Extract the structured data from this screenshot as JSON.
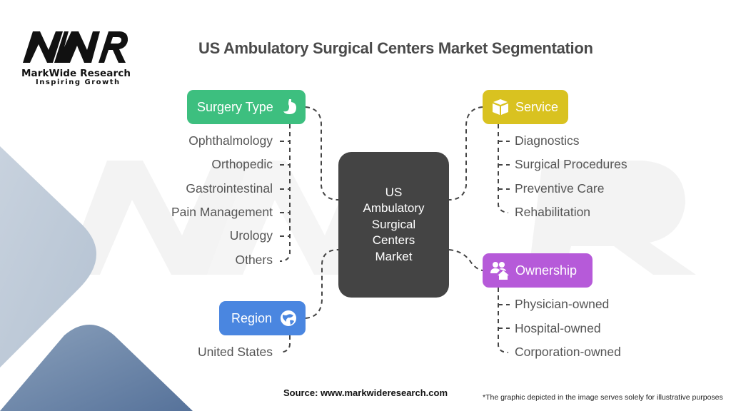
{
  "logo": {
    "mark": "MWR",
    "name": "MarkWide Research",
    "tagline": "Inspiring Growth"
  },
  "title": "US Ambulatory Surgical Centers Market Segmentation",
  "center": {
    "lines": [
      "US",
      "Ambulatory",
      "Surgical",
      "Centers",
      "Market"
    ]
  },
  "segments": {
    "surgery_type": {
      "label": "Surgery Type",
      "icon": "stomach-icon",
      "color": "#3dbf7f",
      "items": [
        "Ophthalmology",
        "Orthopedic",
        "Gastrointestinal",
        "Pain Management",
        "Urology",
        "Others"
      ]
    },
    "service": {
      "label": "Service",
      "icon": "box-icon",
      "color": "#d9c220",
      "items": [
        "Diagnostics",
        "Surgical Procedures",
        "Preventive Care",
        "Rehabilitation"
      ]
    },
    "ownership": {
      "label": "Ownership",
      "icon": "people-house-icon",
      "color": "#b65ad9",
      "items": [
        "Physician-owned",
        "Hospital-owned",
        "Corporation-owned"
      ]
    },
    "region": {
      "label": "Region",
      "icon": "globe-icon",
      "color": "#4a86e0",
      "items": [
        "United States"
      ]
    }
  },
  "footer": {
    "source": "Source: www.markwideresearch.com",
    "note": "*The graphic depicted in the image serves solely for illustrative purposes"
  },
  "colors": {
    "center": "#444444",
    "text": "#555555",
    "title": "#4a4a4a",
    "line": "#444444"
  }
}
